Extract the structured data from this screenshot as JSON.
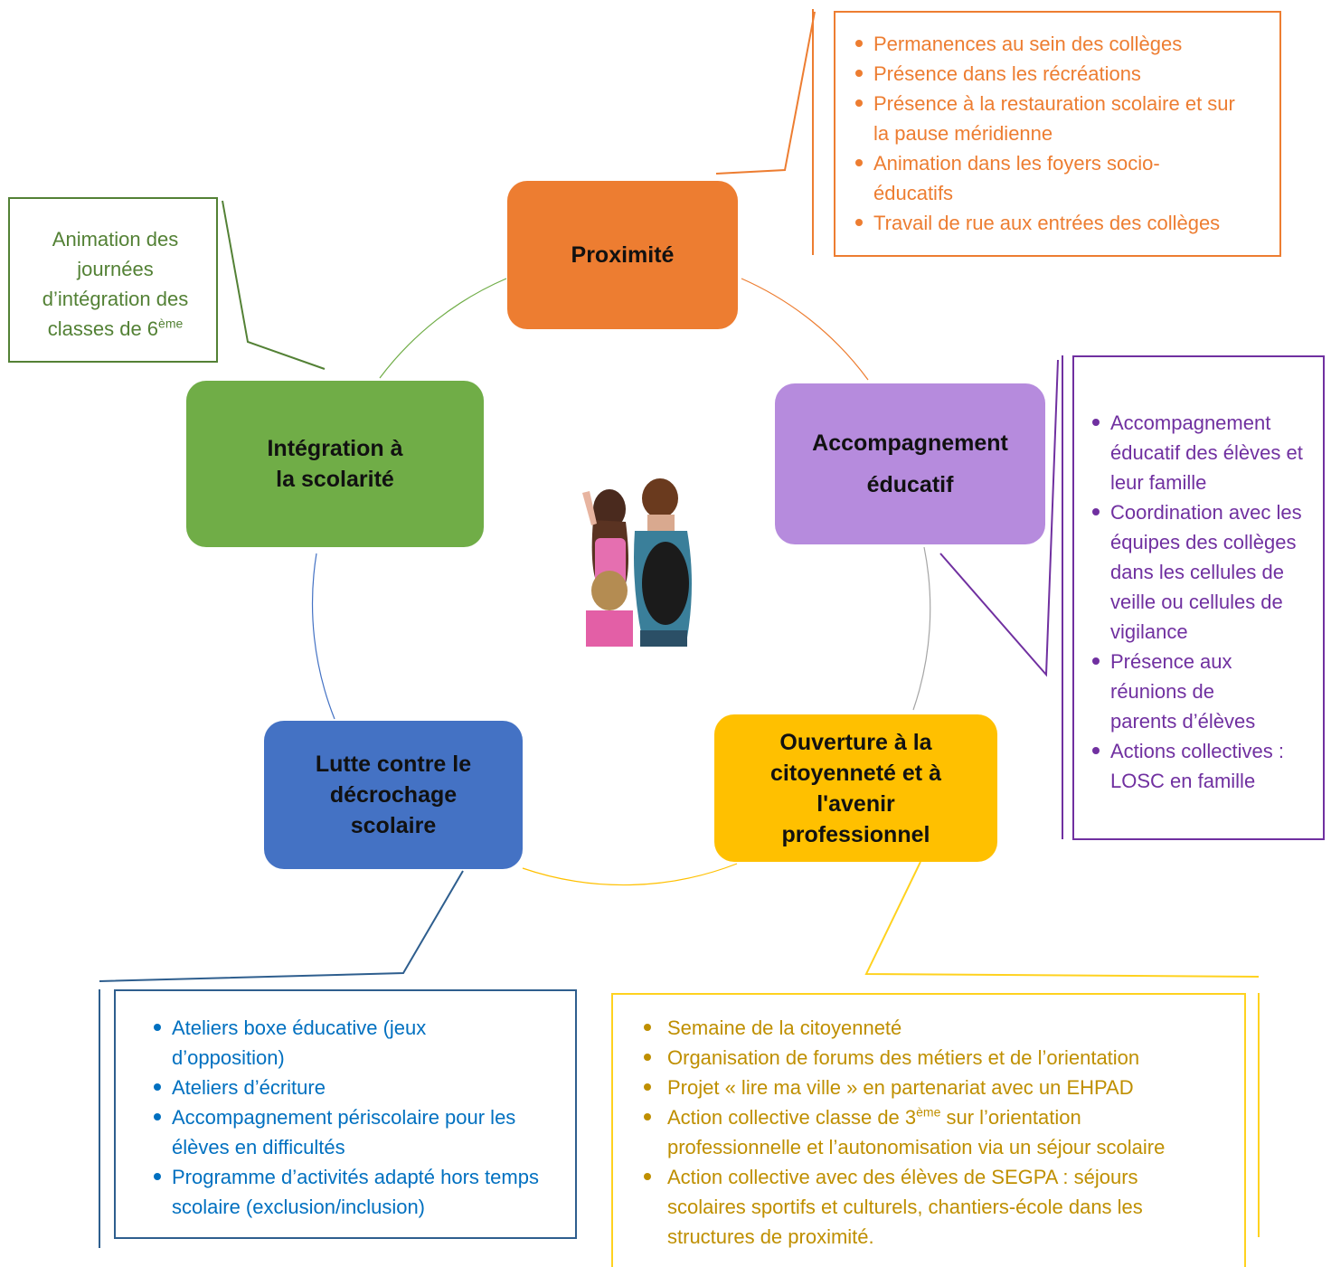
{
  "center": {
    "image": "students-illustration"
  },
  "nodes": {
    "proximite": {
      "label": "Proximité",
      "color": "#ED7D31"
    },
    "accompagnement": {
      "label_line1": "Accompagnement",
      "label_line2": "éducatif",
      "color": "#B68BDD"
    },
    "ouverture": {
      "label": "Ouverture à la citoyenneté et à l'avenir professionnel",
      "color": "#FFC000"
    },
    "lutte": {
      "label": "Lutte contre le décrochage scolaire",
      "color": "#4472C4"
    },
    "integration": {
      "label_line1": "Intégration à",
      "label_line2": "la scolarité",
      "color": "#70AD47"
    }
  },
  "callouts": {
    "proximite": {
      "color": "#ED7D31",
      "items": [
        "Permanences au sein des collèges",
        "Présence dans les récréations",
        "Présence à la restauration scolaire et sur la pause méridienne",
        "Animation dans les foyers socio-éducatifs",
        "Travail de rue aux entrées des collèges"
      ]
    },
    "accompagnement": {
      "color": "#7030A0",
      "items": [
        "Accompagnement éducatif des élèves et leur famille",
        "Coordination avec les équipes des collèges dans les cellules de veille ou cellules de vigilance",
        "Présence aux réunions de parents d’élèves",
        "Actions collectives : LOSC en famille"
      ]
    },
    "integration": {
      "color": "#538135",
      "text_main": "Animation des journées d’intégration des classes de 6",
      "text_sup": "ème"
    },
    "lutte": {
      "color": "#0070C0",
      "border": "#2E5E8E",
      "items": [
        "Ateliers boxe éducative (jeux d’opposition)",
        "Ateliers d’écriture",
        "Accompagnement périscolaire pour les élèves en difficultés",
        "Programme d’activités adapté hors temps scolaire (exclusion/inclusion)"
      ]
    },
    "ouverture": {
      "color": "#BF8F00",
      "border": "#FFD21F",
      "items": [
        "Semaine de la citoyenneté",
        "Organisation de forums des métiers et de l’orientation",
        "Projet « lire ma ville » en partenariat avec un EHPAD"
      ],
      "item4_pre": "Action collective classe de 3",
      "item4_sup": "ème",
      "item4_post": "  sur l’orientation professionnelle et l’autonomisation via un séjour scolaire",
      "item5": "Action collective avec des élèves de SEGPA : séjours scolaires sportifs et culturels, chantiers-école dans les structures de proximité."
    }
  }
}
